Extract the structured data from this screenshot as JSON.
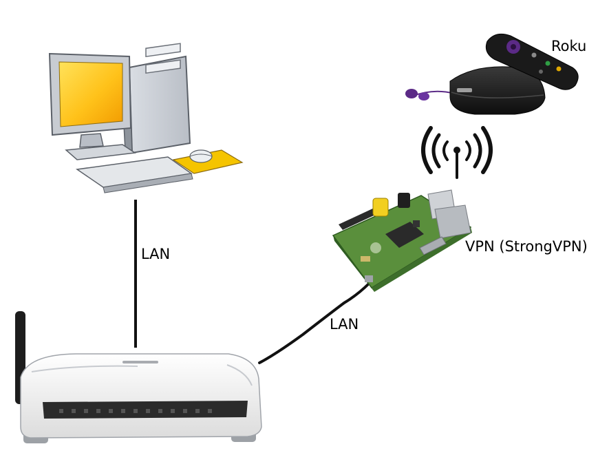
{
  "labels": {
    "lan_pc_router": "LAN",
    "lan_router_pi": "LAN",
    "vpn": "VPN (StrongVPN)",
    "roku": "Roku"
  },
  "nodes": {
    "desktop": {
      "icon": "desktop-computer-icon"
    },
    "router": {
      "icon": "wifi-router-icon"
    },
    "raspberry_pi": {
      "icon": "raspberry-pi-board-icon"
    },
    "wireless": {
      "icon": "wireless-signal-icon"
    },
    "roku": {
      "icon": "roku-player-icon"
    }
  },
  "colors": {
    "cable": "#111111",
    "screen": "#ffc21a",
    "board": "#5a8f3c",
    "roku_body": "#1a1a1a",
    "roku_button": "#5b2a86",
    "mouse_pad": "#f5c400"
  }
}
